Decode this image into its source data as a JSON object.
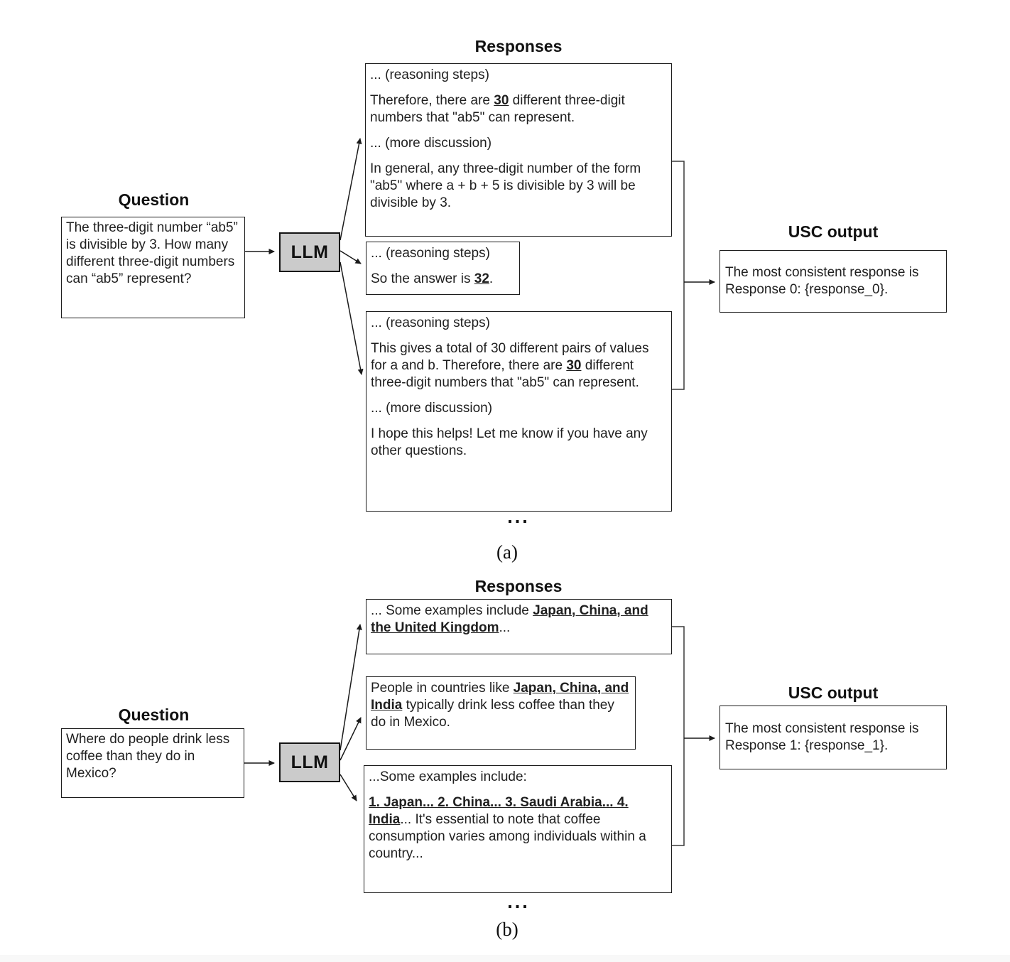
{
  "panels": [
    {
      "id": "a",
      "question_title": "Question",
      "question": "The three-digit number “ab5” is divisible by 3. How many different three-digit numbers can “ab5” represent?",
      "llm_label": "LLM",
      "responses_title": "Responses",
      "responses": [
        {
          "paragraphs": [
            [
              {
                "t": "... (reasoning steps)"
              }
            ],
            [
              {
                "t": "Therefore, there are "
              },
              {
                "t": "30",
                "b": true,
                "u": true
              },
              {
                "t": " different three-digit numbers that \"ab5\" can represent."
              }
            ],
            [
              {
                "t": "... (more discussion)"
              }
            ],
            [
              {
                "t": "In general, any three-digit number of the form \"ab5\" where a + b + 5 is divisible by 3 will be divisible by 3."
              }
            ]
          ]
        },
        {
          "paragraphs": [
            [
              {
                "t": "... (reasoning steps)"
              }
            ],
            [
              {
                "t": "So the answer is "
              },
              {
                "t": "32",
                "b": true,
                "u": true
              },
              {
                "t": "."
              }
            ]
          ]
        },
        {
          "paragraphs": [
            [
              {
                "t": "... (reasoning steps)"
              }
            ],
            [
              {
                "t": "This gives a total of 30 different pairs of values for a and b. Therefore, there are "
              },
              {
                "t": "30",
                "b": true,
                "u": true
              },
              {
                "t": " different three-digit numbers that \"ab5\" can represent."
              }
            ],
            [
              {
                "t": "... (more discussion)"
              }
            ],
            [
              {
                "t": "I hope this helps! Let me know if you have any other questions."
              }
            ]
          ]
        }
      ],
      "ellipsis": "...",
      "usc_title": "USC output",
      "usc_output": "The most consistent response is Response 0: {response_0}.",
      "caption": "(a)"
    },
    {
      "id": "b",
      "question_title": "Question",
      "question": "Where do people drink less coffee than they do in Mexico?",
      "llm_label": "LLM",
      "responses_title": "Responses",
      "responses": [
        {
          "paragraphs": [
            [
              {
                "t": "... Some examples include "
              },
              {
                "t": "Japan, China, and the United Kingdom",
                "b": true,
                "u": true
              },
              {
                "t": "..."
              }
            ]
          ]
        },
        {
          "paragraphs": [
            [
              {
                "t": "People in countries like "
              },
              {
                "t": "Japan, China, and India",
                "b": true,
                "u": true
              },
              {
                "t": " typically drink less coffee than they do in Mexico."
              }
            ]
          ]
        },
        {
          "paragraphs": [
            [
              {
                "t": "...Some examples include:"
              }
            ],
            [
              {
                "t": "1. Japan... 2. China... 3. Saudi Arabia... 4. India",
                "b": true,
                "u": true
              },
              {
                "t": "... It's essential to note that coffee consumption varies among individuals within a country..."
              }
            ]
          ]
        }
      ],
      "ellipsis": "...",
      "usc_title": "USC output",
      "usc_output": "The most consistent response is Response 1: {response_1}.",
      "caption": "(b)"
    }
  ]
}
